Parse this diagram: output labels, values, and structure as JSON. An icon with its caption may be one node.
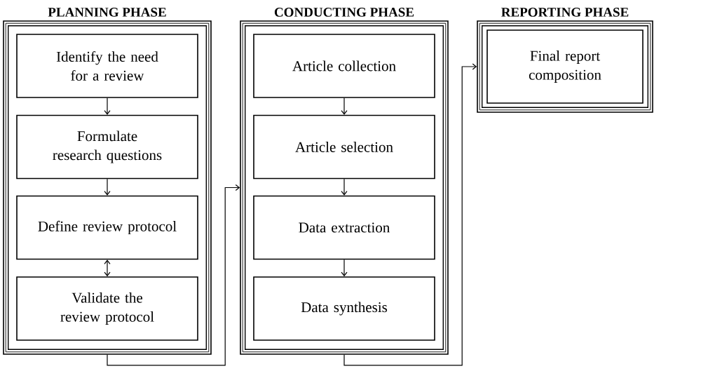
{
  "diagram": {
    "nodes": [
      {
        "text": [
          "PLANNING PHASE"
        ]
      },
      {
        "text": [
          "Identify the need for a review"
        ],
        "in": 0
      },
      {
        "text": [
          "Formulate research questions"
        ],
        "in": 0
      },
      {
        "text": [
          "Define review protocol"
        ],
        "in": 0
      },
      {
        "text": [
          "Validate the review protocol"
        ],
        "in": 0
      },
      {
        "text": [
          "CONDUCTING PHASE"
        ]
      },
      {
        "text": [
          "Article collection"
        ],
        "in": 5
      },
      {
        "text": [
          "Article selection"
        ],
        "in": 5
      },
      {
        "text": [
          "Data extraction"
        ],
        "in": 5
      },
      {
        "text": [
          "Data synthesis"
        ],
        "in": 5
      },
      {
        "text": [
          "REPORTING PHASE"
        ]
      },
      {
        "text": [
          "Final report composition"
        ],
        "in": 10
      }
    ],
    "edges": [
      {
        "from": 1,
        "to": 2,
        "arrow": "to"
      },
      {
        "from": 2,
        "to": 3,
        "arrow": "to"
      },
      {
        "from": 3,
        "to": 4,
        "arrow": "both"
      },
      {
        "from": 0,
        "to": 5,
        "arrow": "to"
      },
      {
        "from": 6,
        "to": 7,
        "arrow": "to"
      },
      {
        "from": 7,
        "to": 8,
        "arrow": "to"
      },
      {
        "from": 8,
        "to": 9,
        "arrow": "to"
      },
      {
        "from": 5,
        "to": 10,
        "arrow": "to"
      }
    ]
  }
}
